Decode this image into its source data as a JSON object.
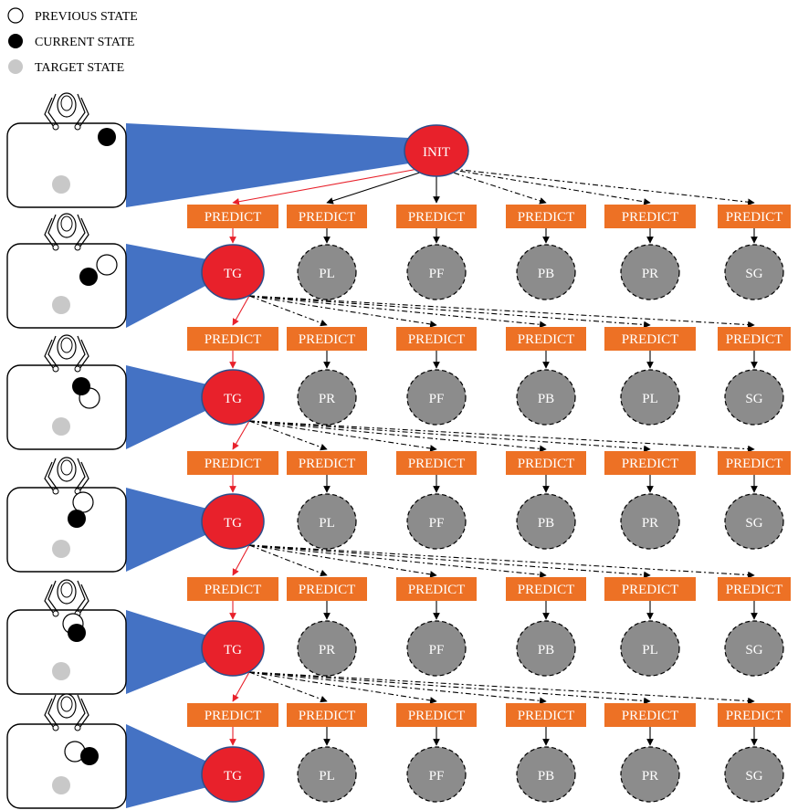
{
  "legend": [
    {
      "label": "PREVIOUS STATE",
      "kind": "previous"
    },
    {
      "label": "CURRENT STATE",
      "kind": "current"
    },
    {
      "label": "TARGET STATE",
      "kind": "target"
    }
  ],
  "init_label": "INIT",
  "predict_label": "PREDICT",
  "rows": [
    {
      "selected": "TG",
      "alternatives": [
        "PL",
        "PF",
        "PB",
        "PR",
        "SG"
      ]
    },
    {
      "selected": "TG",
      "alternatives": [
        "PR",
        "PF",
        "PB",
        "PL",
        "SG"
      ]
    },
    {
      "selected": "TG",
      "alternatives": [
        "PL",
        "PF",
        "PB",
        "PR",
        "SG"
      ]
    },
    {
      "selected": "TG",
      "alternatives": [
        "PR",
        "PF",
        "PB",
        "PL",
        "SG"
      ]
    },
    {
      "selected": "TG",
      "alternatives": [
        "PL",
        "PF",
        "PB",
        "PR",
        "SG"
      ]
    }
  ],
  "colors": {
    "selected_node": "#e8212b",
    "predict_box": "#ed7125",
    "alternative_node": "#8c8c8c",
    "projection": "#4472c4",
    "selected_edge": "#e8212b",
    "current_ball": "#000000",
    "target_ball": "#c8c8c8"
  }
}
